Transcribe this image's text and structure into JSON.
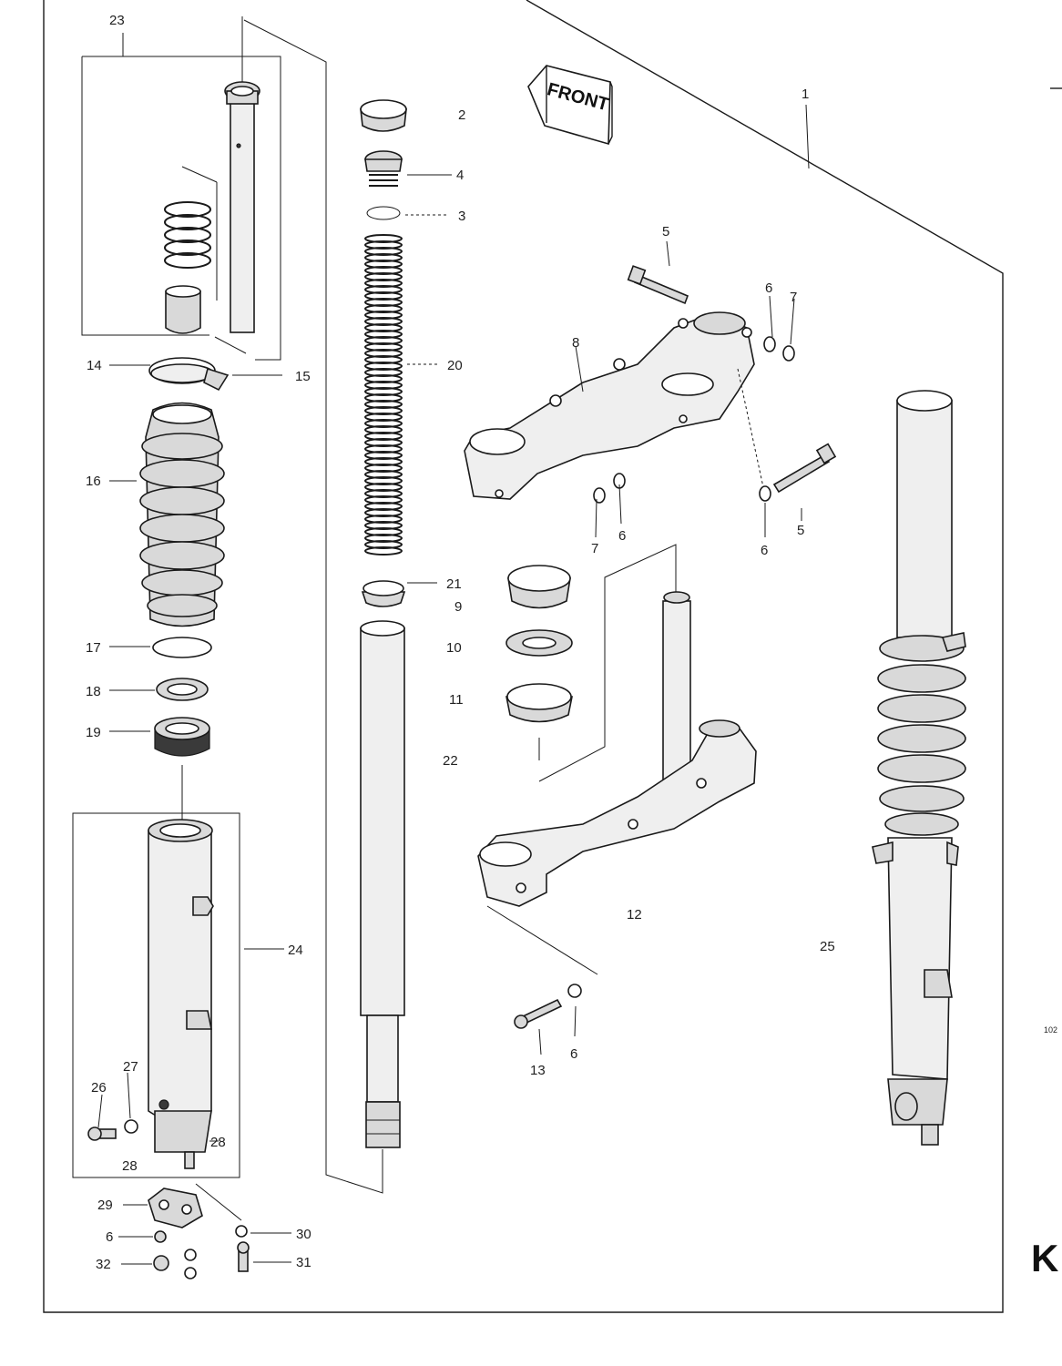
{
  "front_label": "FRONT",
  "corner_letter": "K",
  "page_code": "102",
  "callouts": [
    {
      "id": "c1",
      "text": "1"
    },
    {
      "id": "c2",
      "text": "2"
    },
    {
      "id": "c3",
      "text": "3"
    },
    {
      "id": "c4",
      "text": "4"
    },
    {
      "id": "c5a",
      "text": "5"
    },
    {
      "id": "c5b",
      "text": "5"
    },
    {
      "id": "c6a",
      "text": "6"
    },
    {
      "id": "c6b",
      "text": "6"
    },
    {
      "id": "c6c",
      "text": "6"
    },
    {
      "id": "c6d",
      "text": "6"
    },
    {
      "id": "c6e",
      "text": "6"
    },
    {
      "id": "c7a",
      "text": "7"
    },
    {
      "id": "c7b",
      "text": "7"
    },
    {
      "id": "c8",
      "text": "8"
    },
    {
      "id": "c9",
      "text": "9"
    },
    {
      "id": "c10",
      "text": "10"
    },
    {
      "id": "c11",
      "text": "11"
    },
    {
      "id": "c12",
      "text": "12"
    },
    {
      "id": "c13",
      "text": "13"
    },
    {
      "id": "c14",
      "text": "14"
    },
    {
      "id": "c15",
      "text": "15"
    },
    {
      "id": "c16",
      "text": "16"
    },
    {
      "id": "c17",
      "text": "17"
    },
    {
      "id": "c18",
      "text": "18"
    },
    {
      "id": "c19",
      "text": "19"
    },
    {
      "id": "c20",
      "text": "20"
    },
    {
      "id": "c21",
      "text": "21"
    },
    {
      "id": "c22",
      "text": "22"
    },
    {
      "id": "c23",
      "text": "23"
    },
    {
      "id": "c24",
      "text": "24"
    },
    {
      "id": "c25",
      "text": "25"
    },
    {
      "id": "c26",
      "text": "26"
    },
    {
      "id": "c27",
      "text": "27"
    },
    {
      "id": "c28a",
      "text": "28"
    },
    {
      "id": "c28b",
      "text": "28"
    },
    {
      "id": "c29",
      "text": "29"
    },
    {
      "id": "c30",
      "text": "30"
    },
    {
      "id": "c31",
      "text": "31"
    },
    {
      "id": "c32",
      "text": "32"
    }
  ]
}
